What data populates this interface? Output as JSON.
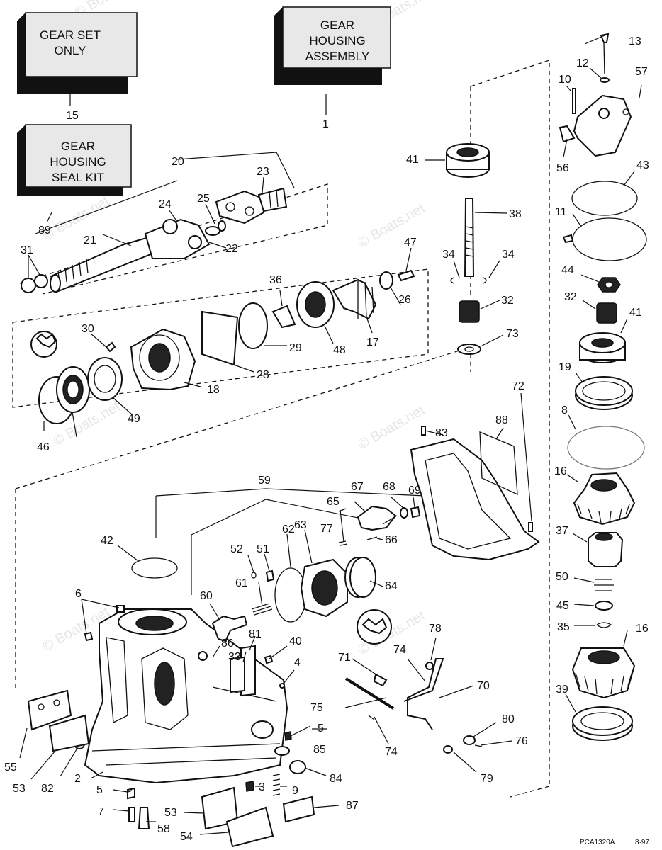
{
  "boxes": {
    "gear_set": [
      "GEAR SET",
      "ONLY"
    ],
    "gear_housing_assembly": [
      "GEAR",
      "HOUSING",
      "ASSEMBLY"
    ],
    "seal_kit": [
      "GEAR",
      "HOUSING",
      "SEAL KIT"
    ]
  },
  "watermark": "© Boats.net",
  "drawing_code": "PCA1320A",
  "drawing_date": "8·97",
  "labels": [
    "1",
    "2",
    "3",
    "4",
    "5",
    "5",
    "5",
    "6",
    "7",
    "8",
    "9",
    "10",
    "11",
    "12",
    "13",
    "15",
    "16",
    "16",
    "17",
    "18",
    "19",
    "20",
    "21",
    "22",
    "23",
    "24",
    "25",
    "26",
    "28",
    "29",
    "30",
    "31",
    "32",
    "32",
    "33",
    "34",
    "34",
    "35",
    "36",
    "37",
    "38",
    "39",
    "40",
    "41",
    "41",
    "42",
    "43",
    "44",
    "45",
    "46",
    "47",
    "48",
    "49",
    "50",
    "51",
    "52",
    "53",
    "53",
    "54",
    "55",
    "56",
    "57",
    "58",
    "59",
    "60",
    "61",
    "62",
    "63",
    "64",
    "65",
    "66",
    "67",
    "68",
    "69",
    "70",
    "71",
    "72",
    "73",
    "74",
    "74",
    "75",
    "76",
    "77",
    "78",
    "79",
    "80",
    "81",
    "82",
    "83",
    "84",
    "85",
    "86",
    "87",
    "88",
    "89"
  ]
}
